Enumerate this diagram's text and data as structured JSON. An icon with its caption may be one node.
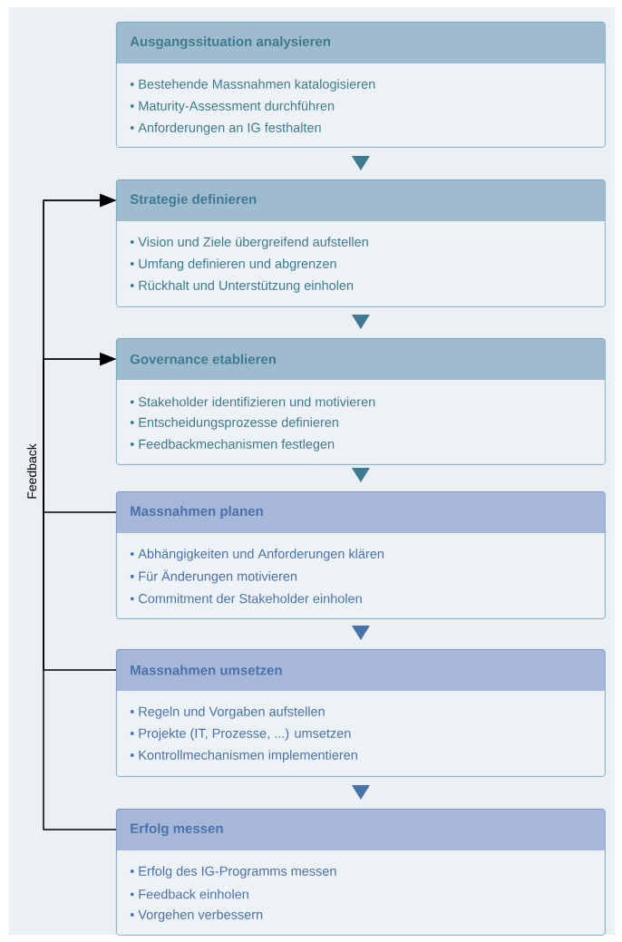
{
  "diagram": {
    "nodes": [
      {
        "text": [
          "Ausgangssituation analysieren",
          "• Bestehende Massnahmen katalogisieren",
          "• Maturity-Assessment durchführen",
          "• Anforderungen an IG festhalten"
        ]
      },
      {
        "text": [
          "Strategie definieren",
          "• Vision und Ziele übergreifend aufstellen",
          "• Umfang definieren und abgrenzen",
          "• Rückhalt und Unterstützung einholen"
        ]
      },
      {
        "text": [
          "Governance etablieren",
          "• Stakeholder identifizieren und motivieren",
          "• Entscheidungsprozesse definieren",
          "• Feedbackmechanismen festlegen"
        ]
      },
      {
        "text": [
          "Massnahmen planen",
          "• Abhängigkeiten und Anforderungen klären",
          "• Für Änderungen motivieren",
          "• Commitment der Stakeholder einholen"
        ]
      },
      {
        "text": [
          "Massnahmen umsetzen",
          "• Regeln und Vorgaben aufstellen",
          "• Projekte (IT, Prozesse, ...) umsetzen",
          "• Kontrollmechanismen implementieren"
        ]
      },
      {
        "text": [
          "Erfolg messen",
          "• Erfolg des IG-Programms messen",
          "• Feedback einholen",
          "• Vorgehen verbessern"
        ]
      }
    ],
    "edges": [
      {
        "from": 0,
        "to": 1,
        "arrow": "to",
        "color": "#3f7a8f"
      },
      {
        "from": 1,
        "to": 2,
        "arrow": "to",
        "color": "#3f7a8f"
      },
      {
        "from": 2,
        "to": 3,
        "arrow": "to",
        "color": "#3f7a8f"
      },
      {
        "from": 3,
        "to": 4,
        "arrow": "to",
        "color": "#4a72aa"
      },
      {
        "from": 4,
        "to": 5,
        "arrow": "to",
        "color": "#4a72aa"
      },
      {
        "from": 3,
        "to": 1,
        "arrow": "to"
      },
      {
        "from": 3,
        "to": 2,
        "arrow": "to"
      },
      {
        "from": 4,
        "to": 1,
        "arrow": "to"
      },
      {
        "from": 4,
        "to": 2,
        "arrow": "to"
      },
      {
        "from": 5,
        "to": 1,
        "arrow": "to"
      },
      {
        "from": 5,
        "to": 2,
        "arrow": "to"
      }
    ],
    "labels": [
      "Feedback"
    ]
  }
}
